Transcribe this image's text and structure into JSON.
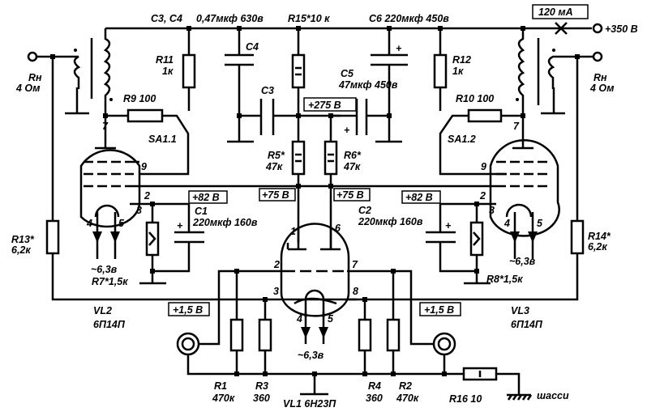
{
  "supply": {
    "voltage": "+350 В",
    "current": "120 мА"
  },
  "caps": {
    "c3c4": "С3, С4",
    "c3c4_value": "0,47мкф 630в",
    "c4": "С4",
    "c3": "С3",
    "c5": "С5",
    "c5_value": "47мкф 450в",
    "c6": "С6 220мкф 450в",
    "c1": "С1",
    "c1_value": "220мкф 160в",
    "c2": "С2",
    "c2_value": "220мкф 160в"
  },
  "resistors": {
    "r15": "R15*10 к",
    "r11": "R11",
    "r11_value": "1к",
    "r12": "R12",
    "r12_value": "1к",
    "r9": "R9 100",
    "r10": "R10 100",
    "r5": "R5*",
    "r5_value": "47к",
    "r6": "R6*",
    "r6_value": "47к",
    "r13": "R13*",
    "r13_value": "6,2к",
    "r14": "R14*",
    "r14_value": "6,2к",
    "r7": "R7*1,5к",
    "r8": "R8*1,5к",
    "r1": "R1",
    "r1_value": "470к",
    "r3": "R3",
    "r3_value": "360",
    "r4": "R4",
    "r4_value": "360",
    "r2": "R2",
    "r2_value": "470к",
    "r16": "R16 10"
  },
  "loads": {
    "left": "Rн",
    "left_value": "4 Ом",
    "right": "Rн",
    "right_value": "4 Ом"
  },
  "switches": {
    "sa11": "SA1.1",
    "sa12": "SA1.2"
  },
  "voltages": {
    "v275": "+275 В",
    "v75a": "+75 В",
    "v75b": "+75 В",
    "v82a": "+82 В",
    "v82b": "+82 В",
    "v15a": "+1,5 В",
    "v15b": "+1,5 В"
  },
  "tubes": {
    "vl1": "VL1 6Н23П",
    "vl2": "VL2",
    "vl2_type": "6П14П",
    "vl3": "VL3",
    "vl3_type": "6П14П",
    "heater": "~6,3в"
  },
  "pins": {
    "p1": "1",
    "p2": "2",
    "p3": "3",
    "p4": "4",
    "p5": "5",
    "p6": "6",
    "p7": "7",
    "p8": "8",
    "p9": "9"
  },
  "ground": {
    "chassis": "шасси"
  },
  "polarity": "+"
}
